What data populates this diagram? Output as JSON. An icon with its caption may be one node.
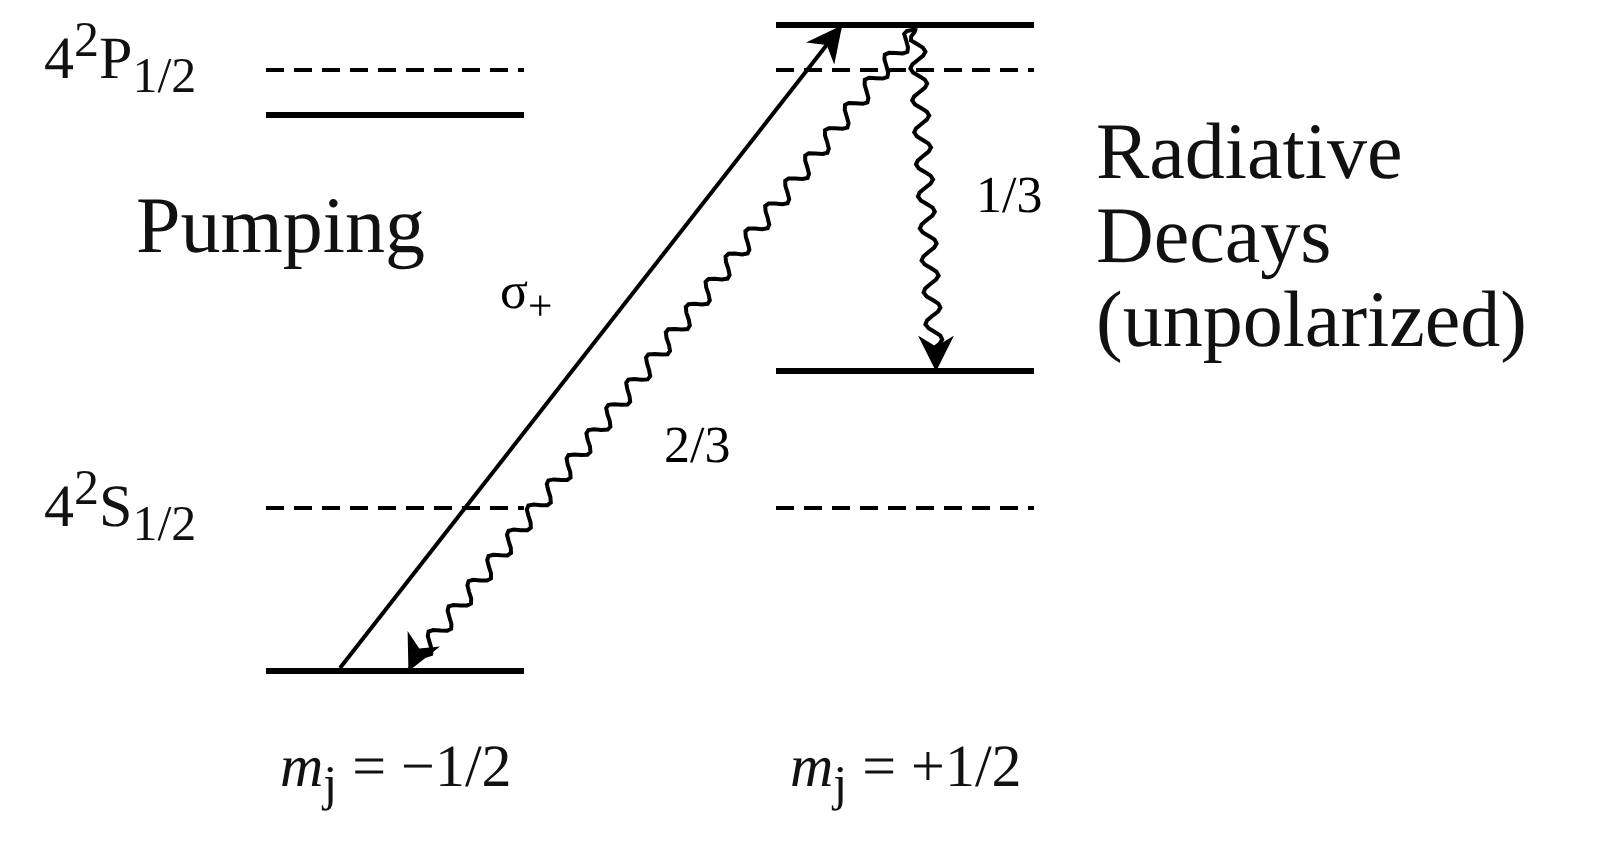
{
  "diagram": {
    "nodes": [
      {
        "text": [],
        "shape": "bar"
      },
      {
        "text": [],
        "shape": "bar"
      },
      {
        "text": [],
        "shape": "bar"
      },
      {
        "text": [],
        "shape": "bar"
      }
    ],
    "edges": [
      {
        "from": 3,
        "to": 0,
        "arrow": "to",
        "label": "σ$_{+}$"
      },
      {
        "from": 0,
        "to": 3,
        "arrow": "to",
        "label": "2/3"
      },
      {
        "from": 0,
        "to": 2,
        "arrow": "to",
        "label": "1/3"
      }
    ],
    "labels": [
      "4$^{2}$P$_{1/2}$",
      "Pumping",
      "Radiative Decays (unpolarized)",
      "4$^{2}$S$_{1/2}$",
      "*m*$_{j}$ = −1/2",
      "*m*$_{j}$ = +1/2"
    ]
  }
}
